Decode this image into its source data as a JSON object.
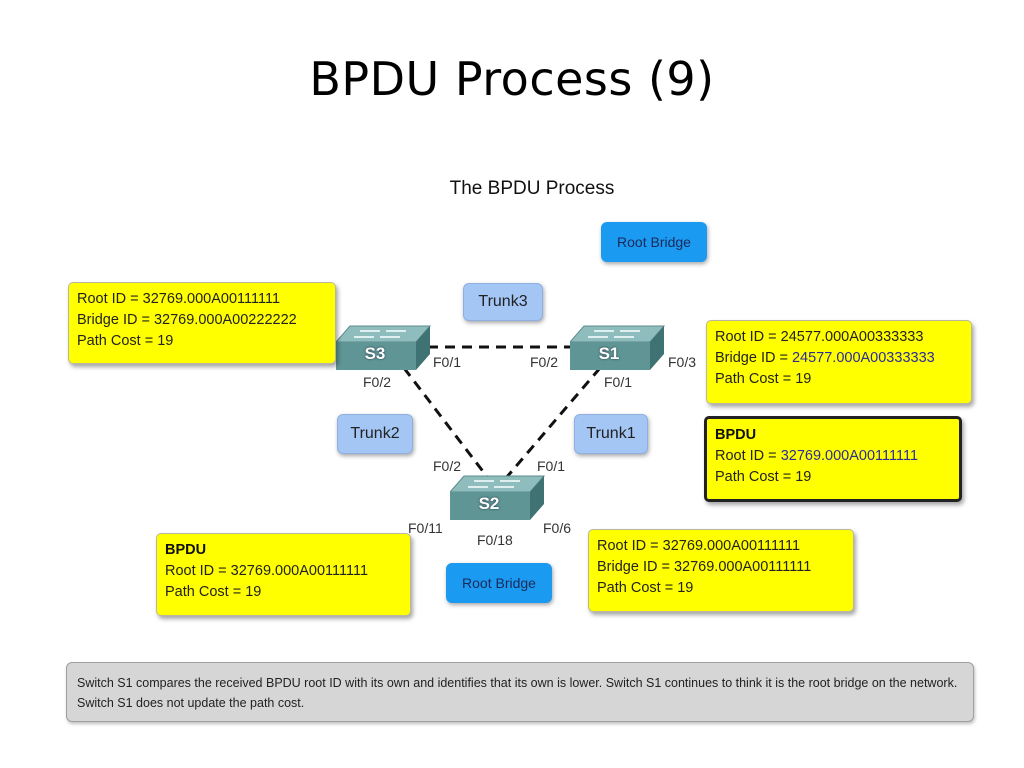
{
  "slide": {
    "title": "BPDU Process (9)"
  },
  "diagram": {
    "title": "The BPDU Process",
    "colors": {
      "info_box": "#ffff00",
      "root_bridge": "#1a9af0",
      "trunk": "#a3c6f5",
      "switch": "#6fa3a3",
      "highlight_text": "#2b2b9a",
      "caption_bg": "#d6d6d6"
    },
    "root_bridge_labels": {
      "s1": "Root Bridge",
      "s2": "Root Bridge"
    },
    "trunks": {
      "trunk1": "Trunk1",
      "trunk2": "Trunk2",
      "trunk3": "Trunk3"
    },
    "switches": {
      "s1": "S1",
      "s2": "S2",
      "s3": "S3"
    },
    "ports": {
      "s3_f01": "F0/1",
      "s3_f02": "F0/2",
      "s1_f02": "F0/2",
      "s1_f01": "F0/1",
      "s1_f03": "F0/3",
      "s2_f02": "F0/2",
      "s2_f01": "F0/1",
      "s2_f011": "F0/11",
      "s2_f018": "F0/18",
      "s2_f06": "F0/6"
    },
    "boxes": {
      "s3_info": {
        "root_id": "Root ID = 32769.000A00111111",
        "bridge_id": "Bridge ID = 32769.000A00222222",
        "path_cost": "Path Cost = 19"
      },
      "s1_info": {
        "root_id": "Root ID = 24577.000A00333333",
        "bridge_id_label": "Bridge ID = ",
        "bridge_id_value": "24577.000A00333333",
        "path_cost": "Path Cost = 19"
      },
      "s1_bpdu": {
        "heading": "BPDU",
        "root_id_label": "Root ID = ",
        "root_id_value": "32769.000A00111111",
        "path_cost": "Path Cost = 19"
      },
      "s2_bpdu": {
        "heading": "BPDU",
        "root_id": "Root ID = 32769.000A00111111",
        "path_cost": "Path Cost = 19"
      },
      "s2_info": {
        "root_id": "Root ID = 32769.000A00111111",
        "bridge_id": "Bridge ID = 32769.000A00111111",
        "path_cost": "Path Cost = 19"
      }
    },
    "caption": "Switch S1 compares the received BPDU root ID with its own and identifies that its own is lower. Switch S1 continues to think it is the root bridge on the network. Switch S1 does not update the path cost."
  }
}
